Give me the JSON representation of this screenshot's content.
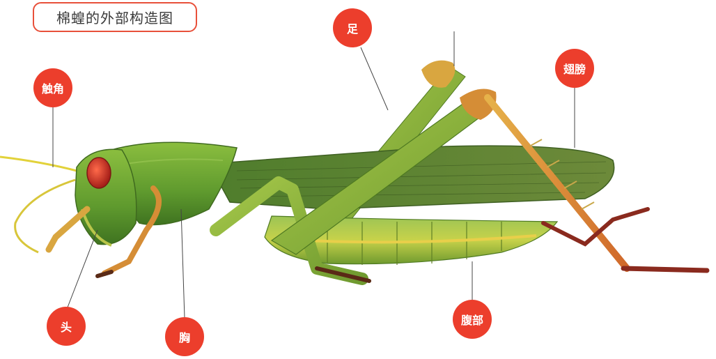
{
  "title": "棉蝗的外部构造图",
  "labels": {
    "antenna": "触角",
    "leg": "足",
    "wing": "翅膀",
    "head": "头",
    "thorax": "胸",
    "abdomen": "腹部"
  },
  "colors": {
    "label_fill": "#ec3e2c",
    "title_border": "#e8503a",
    "body_green": "#6fa93a",
    "wing_green": "#5c7f3a",
    "leg_orange": "#e0a03a",
    "eye_red": "#c8281e"
  }
}
